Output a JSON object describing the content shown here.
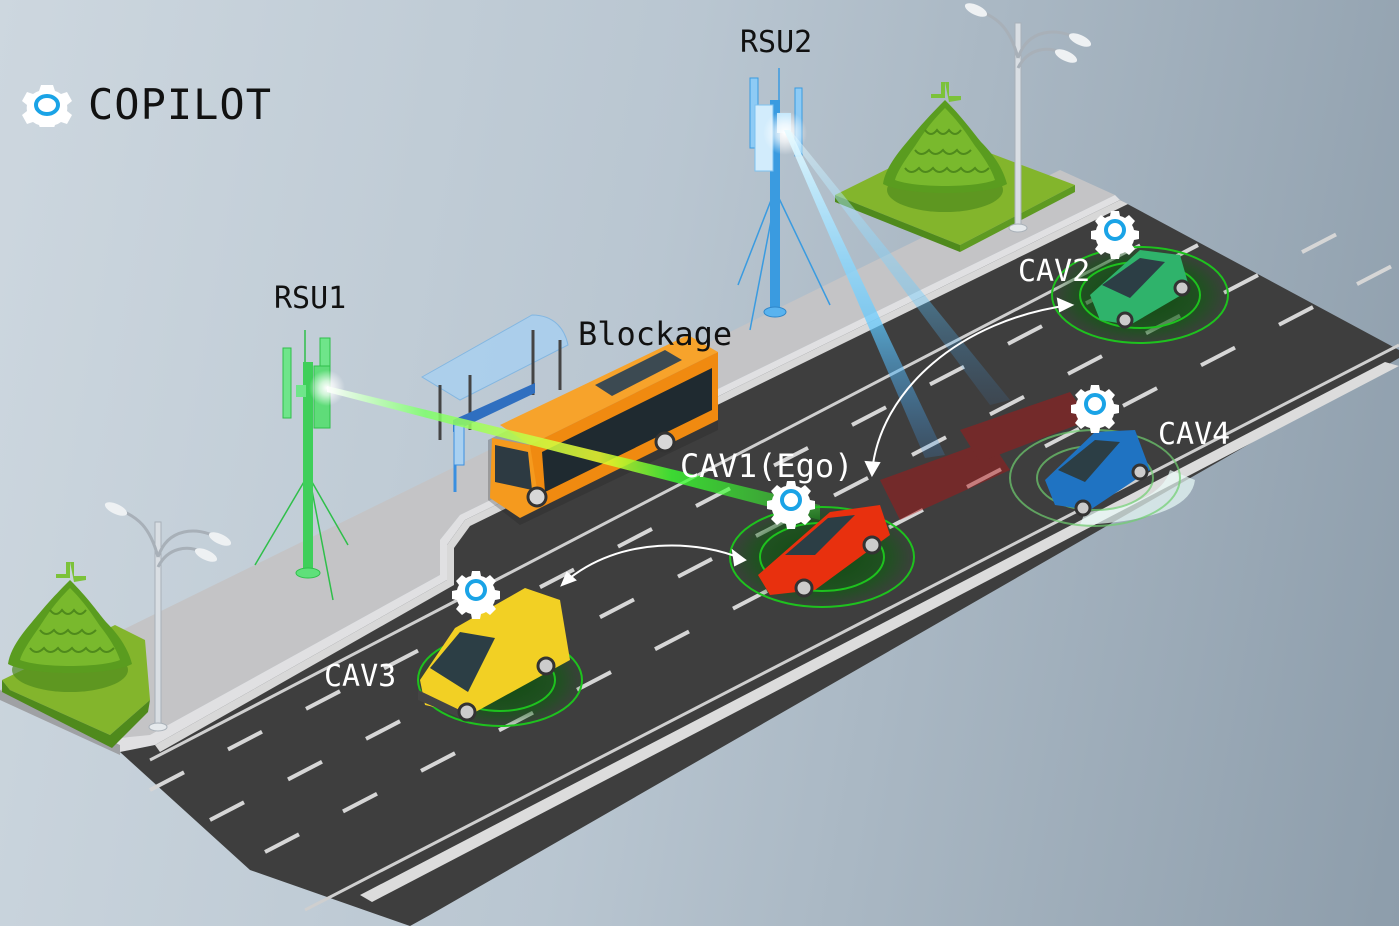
{
  "brand": {
    "name": "COPILOT",
    "icon": "gear-with-ring-icon"
  },
  "colors": {
    "road": "#3d3d3d",
    "sidewalk": "#c2c2c4",
    "grass": "#83b52c",
    "grass_dark": "#4f8a1c",
    "rsu1": "#3fcf5a",
    "rsu2": "#3a9be0",
    "beam_green": "#39ff3a",
    "beam_blue": "#5ec8ff",
    "bus": "#f7941d",
    "cav1": "#e8300e",
    "cav2": "#2fb36b",
    "cav3": "#f2d024",
    "cav4": "#1f73c2",
    "ring": "#1ec21e",
    "gear": "#ffffff",
    "gear_ring": "#1aa3e6"
  },
  "infrastructure": [
    {
      "id": "rsu1",
      "label": "RSU1",
      "type": "roadside-unit"
    },
    {
      "id": "rsu2",
      "label": "RSU2",
      "type": "roadside-unit"
    }
  ],
  "obstacle": {
    "label": "Blockage",
    "type": "bus"
  },
  "vehicles": [
    {
      "id": "cav1",
      "label": "CAV1(Ego)",
      "copilot": true
    },
    {
      "id": "cav2",
      "label": "CAV2",
      "copilot": true
    },
    {
      "id": "cav3",
      "label": "CAV3",
      "copilot": true
    },
    {
      "id": "cav4",
      "label": "CAV4",
      "copilot": true
    }
  ],
  "links": [
    {
      "from": "RSU1",
      "to": "CAV1(Ego)",
      "kind": "green-beam",
      "blocked_by": "Blockage"
    },
    {
      "from": "RSU2",
      "to": "CAV1(Ego)",
      "kind": "blue-beam"
    },
    {
      "from": "CAV1(Ego)",
      "to": "CAV2",
      "kind": "bidirectional-arrow"
    },
    {
      "from": "CAV1(Ego)",
      "to": "CAV3",
      "kind": "bidirectional-arrow"
    }
  ]
}
